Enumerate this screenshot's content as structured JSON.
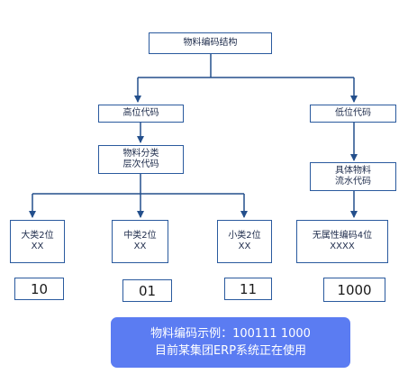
{
  "root": {
    "label": "物料编码结构"
  },
  "high_code": {
    "label": "高位代码"
  },
  "low_code": {
    "label": "低位代码"
  },
  "category_level": {
    "line1": "物料分类",
    "line2": "层次代码"
  },
  "serial_code": {
    "line1": "具体物料",
    "line2": "流水代码"
  },
  "large_class": {
    "line1": "大类2位",
    "line2": "XX",
    "code": "10"
  },
  "middle_class": {
    "line1": "中类2位",
    "line2": "XX",
    "code": "01"
  },
  "small_class": {
    "line1": "小类2位",
    "line2": "XX",
    "code": "11"
  },
  "no_attr": {
    "line1": "无属性编码4位",
    "line2": "XXXX",
    "code": "1000"
  },
  "example": {
    "line1": "物料编码示例：100111 1000",
    "line2": "目前某集团ERP系统正在使用"
  },
  "colors": {
    "line": "#234f8c",
    "border": "#2a5a9e",
    "callout_bg": "#5b7cf2"
  }
}
